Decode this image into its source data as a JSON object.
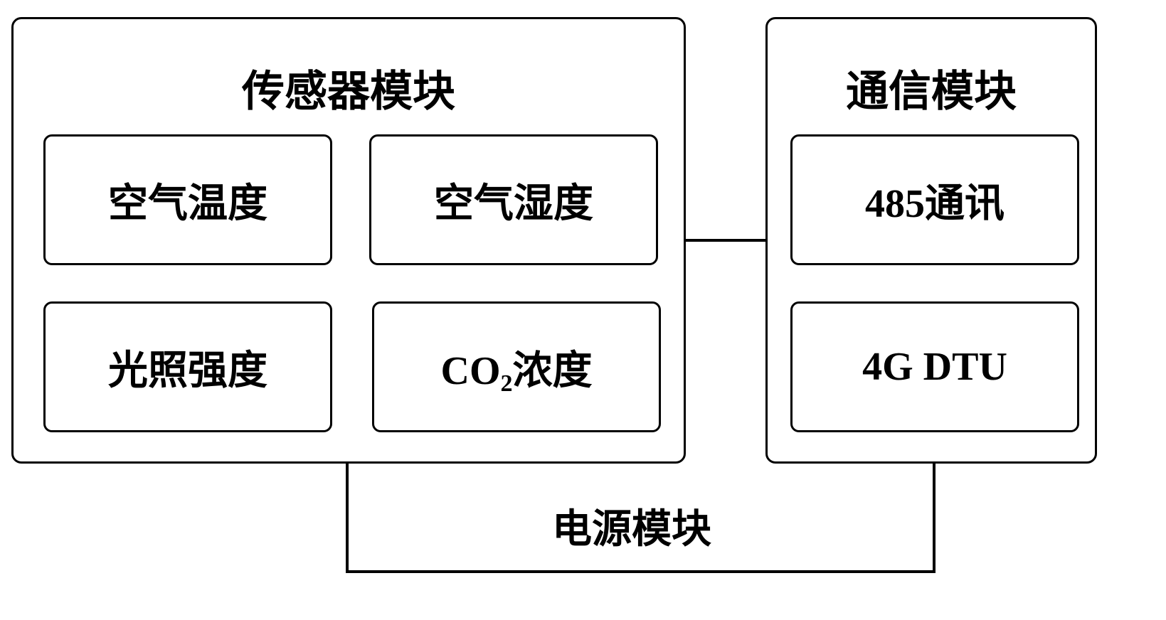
{
  "sensor_module": {
    "title": "传感器模块",
    "items": [
      {
        "label": "空气温度"
      },
      {
        "label": "空气湿度"
      },
      {
        "label": "光照强度"
      },
      {
        "label_prefix": "CO",
        "label_sub": "2",
        "label_suffix": "浓度"
      }
    ]
  },
  "comm_module": {
    "title": "通信模块",
    "items": [
      {
        "label": "485通讯"
      },
      {
        "label": "4G DTU"
      }
    ]
  },
  "power_module": {
    "title": "电源模块"
  }
}
